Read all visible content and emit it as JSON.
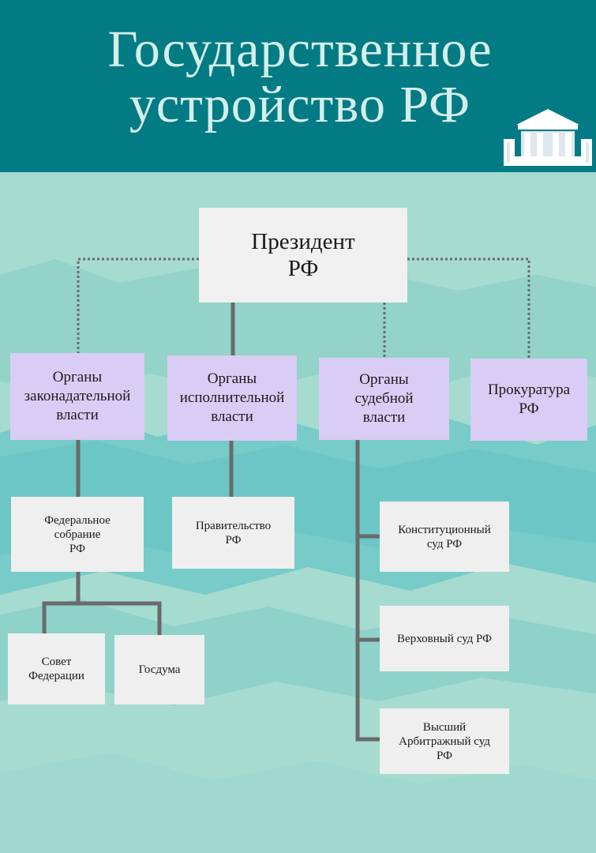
{
  "header": {
    "title_line1": "Государственное",
    "title_line2": "устройство  РФ",
    "icon": "government-building-icon"
  },
  "president": {
    "line1": "Президент",
    "line2": "РФ"
  },
  "branches": [
    {
      "line1": "Органы",
      "line2": "законадательной",
      "line3": "власти"
    },
    {
      "line1": "Органы",
      "line2": "исполнительной",
      "line3": "власти"
    },
    {
      "line1": "Органы",
      "line2": "судебной",
      "line3": "власти"
    },
    {
      "line1": "Прокуратура",
      "line2": "РФ"
    }
  ],
  "legislative": {
    "federal_assembly": {
      "line1": "Федеральное",
      "line2": "собрание",
      "line3": "РФ"
    },
    "federation_council": {
      "line1": "Совет",
      "line2": "Федерации"
    },
    "duma": {
      "line1": "Госдума"
    }
  },
  "executive": {
    "government": {
      "line1": "Правительство",
      "line2": "РФ"
    }
  },
  "judicial": {
    "constitutional_court": {
      "line1": "Конституционный",
      "line2": "суд РФ"
    },
    "supreme_court": {
      "line1": "Верховный суд РФ"
    },
    "arbitration_court": {
      "line1": "Высший",
      "line2": "Арбитражный суд",
      "line3": "РФ"
    }
  },
  "colors": {
    "header": "#037b85",
    "title": "#d4efe9",
    "background": "#a6dbd0",
    "branch_box": "#d9cdf5",
    "leaf_box": "#efefef",
    "connector": "#6a6a6a"
  }
}
